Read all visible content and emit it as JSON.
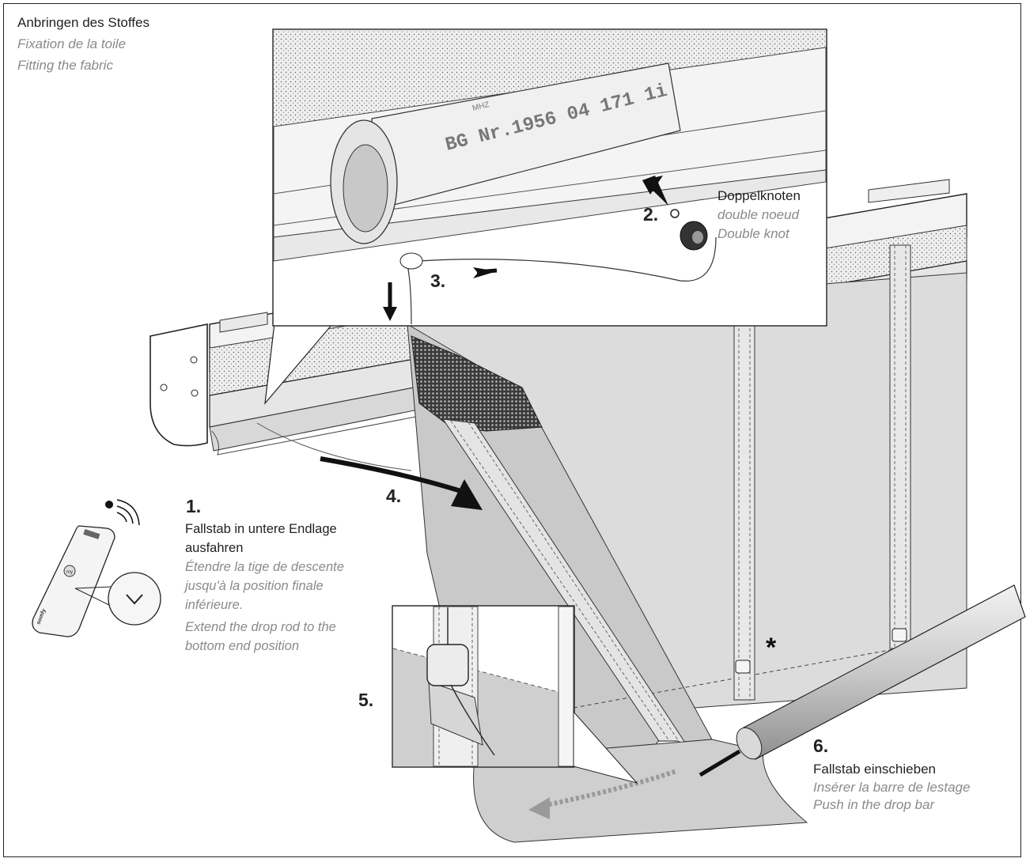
{
  "title": {
    "de": "Anbringen des Stoffes",
    "fr": "Fixation de la toile",
    "en": "Fitting the fabric"
  },
  "detail_zoom": {
    "stamp_text": "BG Nr.1956 04 171 1i",
    "stamp_small": "MHZ"
  },
  "steps": [
    {
      "num": "1.",
      "de_line1": "Fallstab in untere Endlage",
      "de_line2": "ausfahren",
      "fr_line1": "Étendre la tige de descente",
      "fr_line2": "jusqu'à la position finale",
      "fr_line3": "inférieure.",
      "en_line1": "Extend the drop rod to the",
      "en_line2": "bottom end position"
    },
    {
      "num": "2.",
      "de": "Doppelknoten",
      "fr": "double noeud",
      "en": "Double knot"
    },
    {
      "num": "3."
    },
    {
      "num": "4."
    },
    {
      "num": "5."
    },
    {
      "num": "6.",
      "de": "Fallstab einschieben",
      "fr": "Insérer la barre de lestage",
      "en": "Push in the drop bar"
    }
  ],
  "remote": {
    "brand": "somfy",
    "my_label": "my"
  },
  "asterisk": "*"
}
